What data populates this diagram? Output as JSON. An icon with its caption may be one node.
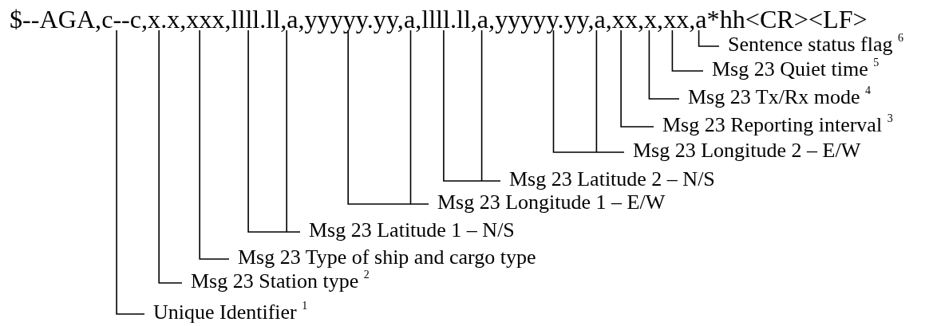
{
  "diagram": {
    "nodes": [
      {
        "text": [
          "$--AGA,c--c,x.x,xxx,llll.ll,a,yyyyy.yy,a,llll.ll,a,yyyyy.yy,a,xx,x,xx,a*hh<CR><LF>"
        ]
      },
      {
        "text": [
          "Sentence status flag $^{6}$"
        ]
      },
      {
        "text": [
          "Msg 23 Quiet time $^{5}$"
        ]
      },
      {
        "text": [
          "Msg 23 Tx/Rx mode $^{4}$"
        ]
      },
      {
        "text": [
          "Msg 23 Reporting interval $^{3}$"
        ]
      },
      {
        "text": [
          "Msg 23 Longitude 2 – E/W"
        ]
      },
      {
        "text": [
          "Msg 23 Latitude 2 – N/S"
        ]
      },
      {
        "text": [
          "Msg 23 Longitude 1 – E/W"
        ]
      },
      {
        "text": [
          "Msg 23 Latitude 1 – N/S"
        ]
      },
      {
        "text": [
          "Msg 23 Type of ship and cargo type"
        ]
      },
      {
        "text": [
          "Msg 23 Station type $^{2}$"
        ]
      },
      {
        "text": [
          "Unique Identifier $^{1}$"
        ]
      }
    ],
    "edges": [
      {
        "from": 1,
        "to": 0,
        "arrow": "none"
      },
      {
        "from": 2,
        "to": 0,
        "arrow": "none"
      },
      {
        "from": 3,
        "to": 0,
        "arrow": "none"
      },
      {
        "from": 4,
        "to": 0,
        "arrow": "none"
      },
      {
        "from": 5,
        "to": 0,
        "arrow": "none"
      },
      {
        "from": 6,
        "to": 0,
        "arrow": "none"
      },
      {
        "from": 7,
        "to": 0,
        "arrow": "none"
      },
      {
        "from": 8,
        "to": 0,
        "arrow": "none"
      },
      {
        "from": 9,
        "to": 0,
        "arrow": "none"
      },
      {
        "from": 10,
        "to": 0,
        "arrow": "none"
      },
      {
        "from": 11,
        "to": 0,
        "arrow": "none"
      }
    ]
  }
}
